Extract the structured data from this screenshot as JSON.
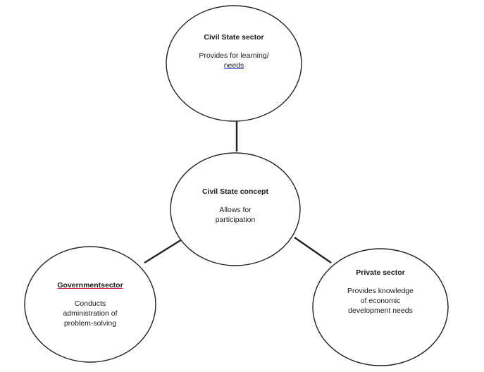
{
  "nodes": {
    "civil_state_sector": {
      "title": "Civil State sector",
      "body_line1": "Provides for learning/",
      "body_line2": "needs"
    },
    "civil_state_concept": {
      "title": "Civil State concept",
      "body_line1": "Allows for",
      "body_line2": "participation"
    },
    "government_sector": {
      "title": "Governmentsector",
      "body_line1": "Conducts",
      "body_line2": "administration of",
      "body_line3": "problem-solving"
    },
    "private_sector": {
      "title": "Private sector",
      "body_line1": "Provides knowledge",
      "body_line2": "of economic",
      "body_line3": "development needs"
    }
  },
  "colors": {
    "stroke": "#222222",
    "fill": "#ffffff"
  }
}
